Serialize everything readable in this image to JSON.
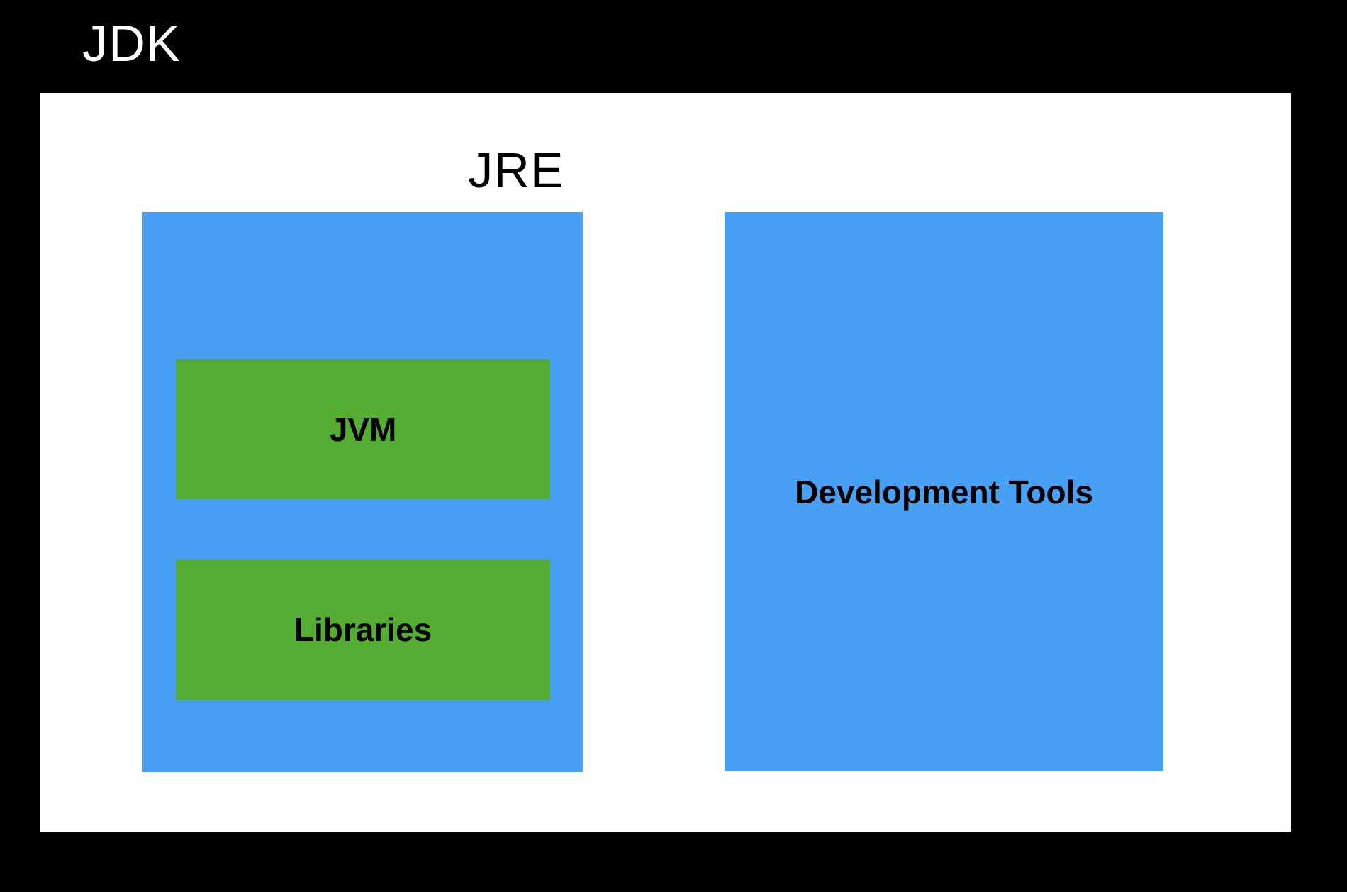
{
  "diagram": {
    "title": "JDK",
    "jre": {
      "label": "JRE",
      "children": [
        {
          "label": "JVM"
        },
        {
          "label": "Libraries"
        }
      ]
    },
    "dev_tools": {
      "label": "Development Tools"
    },
    "colors": {
      "background": "#000000",
      "jdk_container": "#FFFFFF",
      "box_blue": "#48A0F5",
      "box_green": "#54AD32",
      "title_text": "#FFFFFF",
      "label_text": "#000000"
    }
  }
}
